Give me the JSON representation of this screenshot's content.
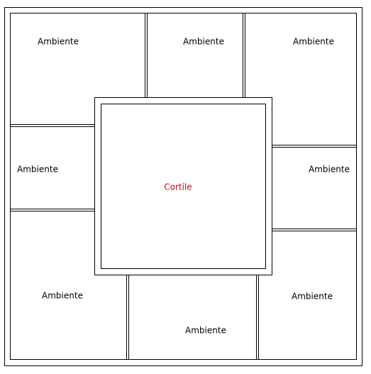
{
  "rooms": [
    {
      "label": "Ambiente"
    },
    {
      "label": "Ambiente"
    },
    {
      "label": "Ambiente"
    },
    {
      "label": "Ambiente"
    },
    {
      "label": "Ambiente"
    },
    {
      "label": "Ambiente"
    },
    {
      "label": "Ambiente"
    },
    {
      "label": "Ambiente"
    }
  ],
  "courtyard": {
    "label": "Cortile",
    "label_color": "#e00000"
  },
  "wall_color": "#000000"
}
